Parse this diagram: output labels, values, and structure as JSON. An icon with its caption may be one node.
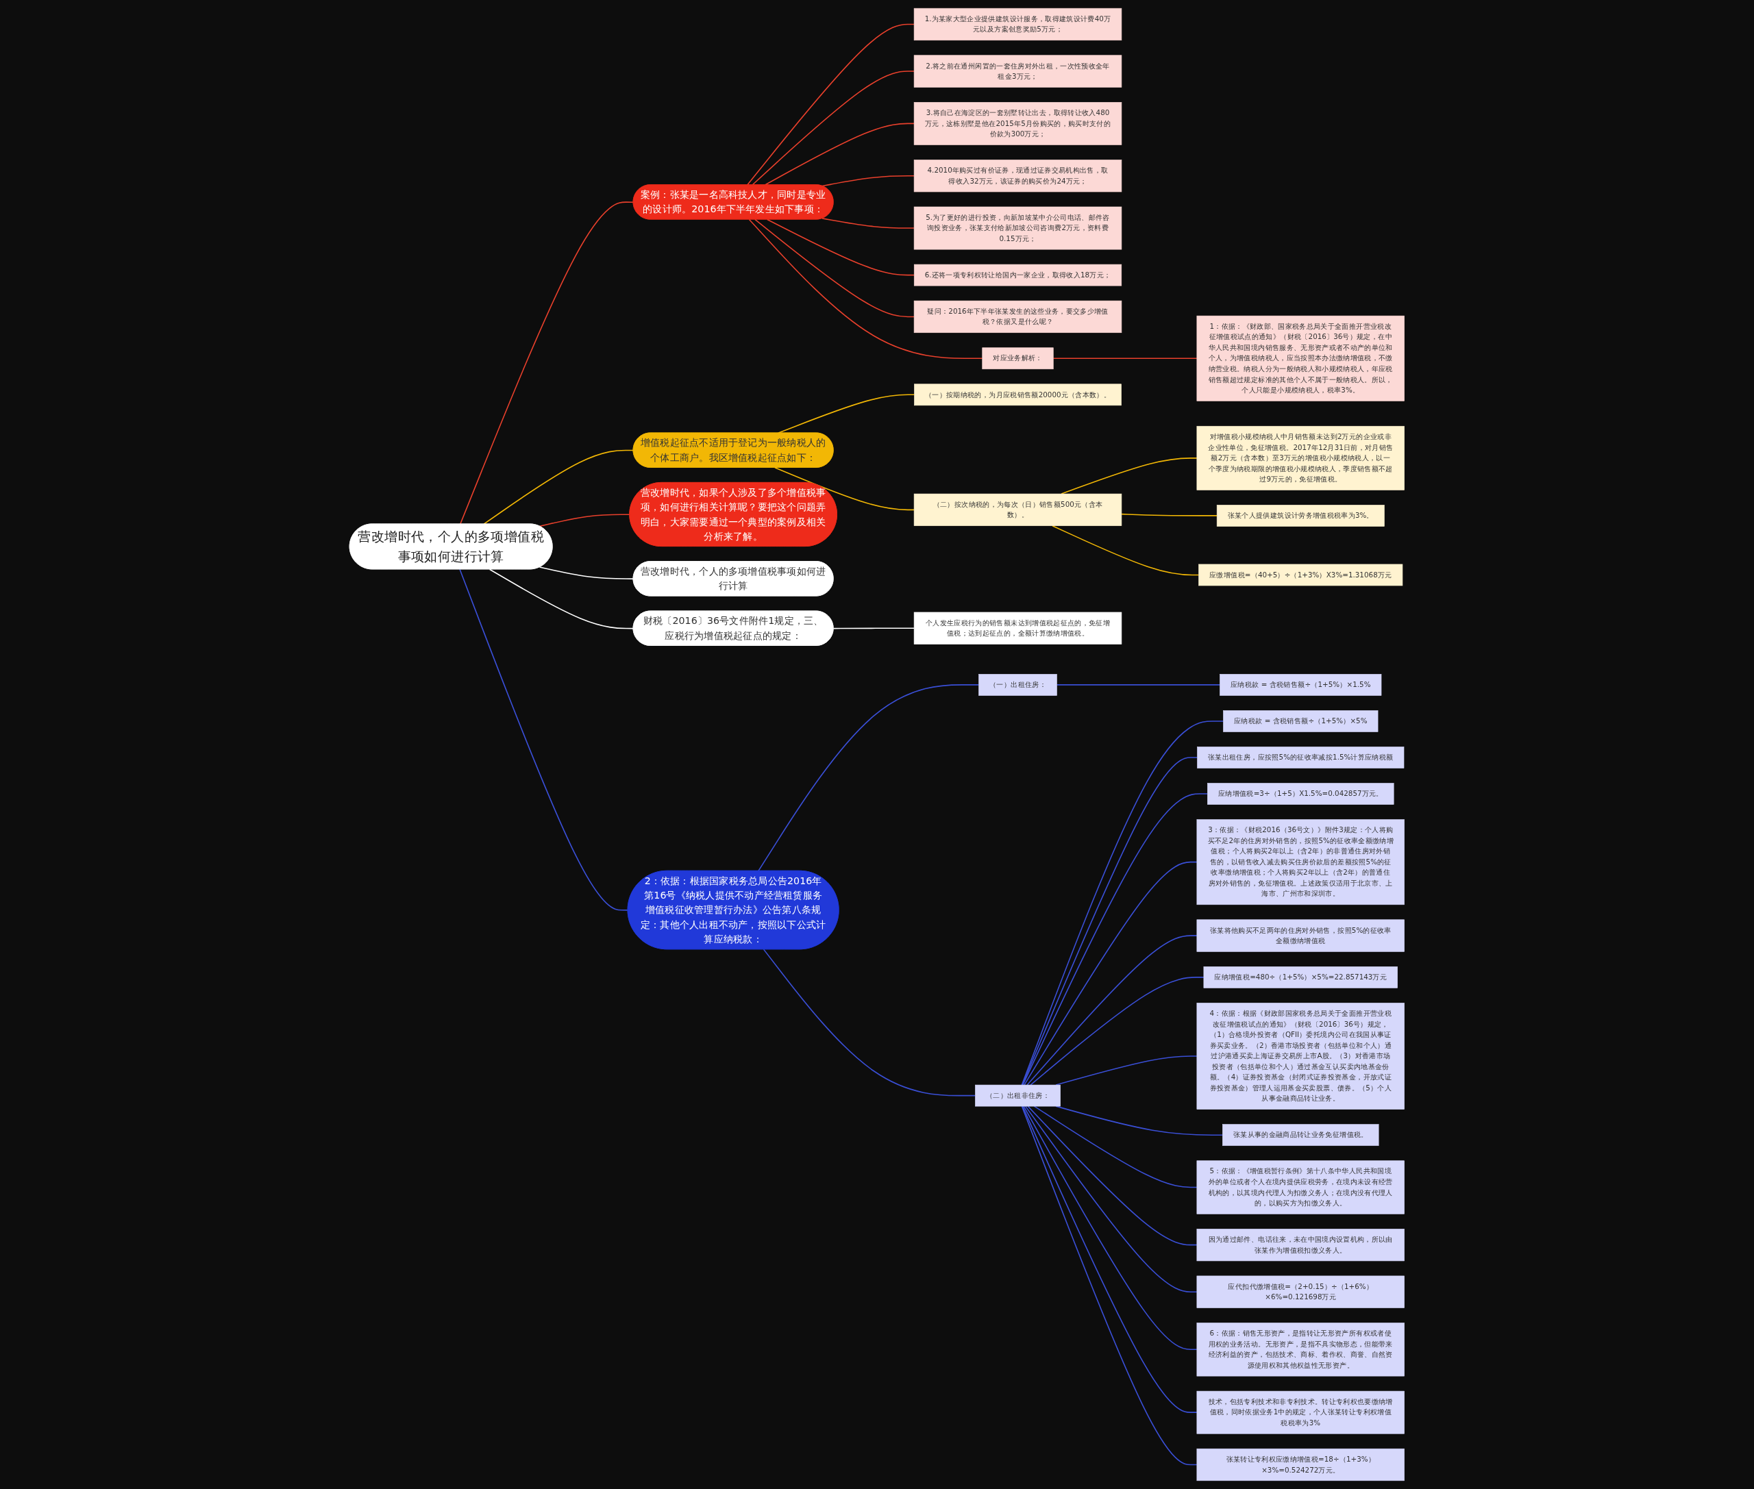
{
  "diagram": {
    "nodes": [
      {
        "text": [
          "营改增时代，个人的多项增值税事项如何进行计算"
        ]
      },
      {
        "text": [
          "营改增时代，个人的多项增值税事项如何进行计算"
        ]
      },
      {
        "text": [
          "案例：张某是一名高科技人才，同时是专业的设计师。2016年下半年发生如下事项："
        ]
      },
      {
        "text": [
          "1.为某家大型企业提供建筑设计服务，取得建筑设计费40万元以及方案创意奖励5万元；"
        ]
      },
      {
        "text": [
          "2.将之前在通州闲置的一套住房对外出租，一次性预收全年租金3万元；"
        ]
      },
      {
        "text": [
          "3.将自己在海淀区的一套别墅转让出去，取得转让收入480万元，这栋别墅是他在2015年5月份购买的，购买时支付的价款为300万元；"
        ]
      },
      {
        "text": [
          "4.2010年购买过有价证券，现通过证券交易机构出售，取得收入32万元，该证券的购买价为24万元；"
        ]
      },
      {
        "text": [
          "5.为了更好的进行投资，向新加坡某中介公司电话、邮件咨询投资业务，张某支付给新加坡公司咨询费2万元，资料费0.15万元；"
        ]
      },
      {
        "text": [
          "6.还将一项专利权转让给国内一家企业，取得收入18万元；"
        ]
      },
      {
        "text": [
          "疑问：2016年下半年张某发生的这些业务，要交多少增值税？依据又是什么呢？"
        ]
      },
      {
        "text": [
          "对应业务解析："
        ]
      },
      {
        "text": [
          "1：依据：《财政部、国家税务总局关于全面推开营业税改征增值税试点的通知》（财税〔2016〕36号）规定，在中华人民共和国境内销售服务、无形资产或者不动产的单位和个人，为增值税纳税人，应当按照本办法缴纳增值税，不缴纳营业税。纳税人分为一般纳税人和小规模纳税人，年应税销售额超过规定标准的其他个人不属于一般纳税人。所以，个人只能是小规模纳税人，税率3%。"
        ]
      },
      {
        "text": [
          "增值税起征点不适用于登记为一般纳税人的个体工商户。我区增值税起征点如下："
        ]
      },
      {
        "text": [
          "（一）按期纳税的，为月应税销售额20000元（含本数）。"
        ]
      },
      {
        "text": [
          "（二）按次纳税的，为每次（日）销售额500元（含本数）。"
        ]
      },
      {
        "text": [
          "对增值税小规模纳税人中月销售额未达到2万元的企业或非企业性单位，免征增值税。2017年12月31日前，对月销售额2万元（含本数）至3万元的增值税小规模纳税人，以一个季度为纳税期限的增值税小规模纳税人，季度销售额不超过9万元的，免征增值税。"
        ]
      },
      {
        "text": [
          "张某个人提供建筑设计劳务增值税税率为3%。"
        ]
      },
      {
        "text": [
          "应缴增值税=（40+5）÷（1+3%）X3%=1.31068万元"
        ]
      },
      {
        "text": [
          "营改增时代，如果个人涉及了多个增值税事项，如何进行相关计算呢？要把这个问题弄明白，大家需要通过一个典型的案例及相关分析来了解。"
        ]
      },
      {
        "text": [
          "财税〔2016〕36号文件附件1规定，三、应税行为增值税起征点的规定："
        ]
      },
      {
        "text": [
          "个人发生应税行为的销售额未达到增值税起征点的，免征增值税；达到起征点的，全额计算缴纳增值税。"
        ]
      },
      {
        "text": [
          "2：依据：根据国家税务总局公告2016年第16号《纳税人提供不动产经营租赁服务增值税征收管理暂行办法》公告第八条规定：其他个人出租不动产，按照以下公式计算应纳税款："
        ]
      },
      {
        "text": [
          "（一）出租住房："
        ]
      },
      {
        "text": [
          "应纳税款 = 含税销售额÷（1+5%）×1.5%"
        ]
      },
      {
        "text": [
          "（二）出租非住房："
        ]
      },
      {
        "text": [
          "应纳税款 = 含税销售额÷（1+5%）×5%"
        ]
      },
      {
        "text": [
          "张某出租住房，应按照5%的征收率减按1.5%计算应纳税额"
        ]
      },
      {
        "text": [
          "应纳增值税=3÷（1+5）X1.5%=0.042857万元。"
        ]
      },
      {
        "text": [
          "3：依据：《财税2016（36号文）》附件3规定：个人将购买不足2年的住房对外销售的，按照5%的征收率全额缴纳增值税；个人将购买2年以上（含2年）的非普通住房对外销售的，以销售收入减去购买住房价款后的差额按照5%的征收率缴纳增值税；个人将购买2年以上（含2年）的普通住房对外销售的，免征增值税。上述政策仅适用于北京市、上海市、广州市和深圳市。"
        ]
      },
      {
        "text": [
          "张某将他购买不足两年的住房对外销售，按照5%的征收率全额缴纳增值税"
        ]
      },
      {
        "text": [
          "应纳增值税=480÷（1+5%）×5%=22.857143万元"
        ]
      },
      {
        "text": [
          "4：依据：根据《财政部国家税务总局关于全面推开营业税改征增值税试点的通知》（财税〔2016〕36号）规定，（1）合格境外投资者（QFII）委托境内公司在我国从事证券买卖业务。（2）香港市场投资者（包括单位和个人）通过沪港通买卖上海证券交易所上市A股。（3）对香港市场投资者（包括单位和个人）通过基金互认买卖内地基金份额。（4）证券投资基金（封闭式证券投资基金，开放式证券投资基金）管理人运用基金买卖股票、债券。（5）个人从事金融商品转让业务。"
        ]
      },
      {
        "text": [
          "张某从事的金融商品转让业务免征增值税。"
        ]
      },
      {
        "text": [
          "5：依据：《增值税暂行条例》第十八条中华人民共和国境外的单位或者个人在境内提供应税劳务，在境内未设有经营机构的，以其境内代理人为扣缴义务人；在境内没有代理人的，以购买方为扣缴义务人。"
        ]
      },
      {
        "text": [
          "因为通过邮件、电话往来，未在中国境内设置机构，所以由张某作为增值税扣缴义务人。"
        ]
      },
      {
        "text": [
          "应代扣代缴增值税=（2+0.15）÷（1+6%）×6%=0.121698万元"
        ]
      },
      {
        "text": [
          "6：依据：销售无形资产，是指转让无形资产所有权或者使用权的业务活动。无形资产，是指不具实物形态，但能带来经济利益的资产，包括技术、商标、着作权、商誉、自然资源使用权和其他权益性无形资产。"
        ]
      },
      {
        "text": [
          "技术，包括专利技术和非专利技术。转让专利权也要缴纳增值税，同时依据业务1中的规定，个人张某转让专利权增值税税率为3%"
        ]
      },
      {
        "text": [
          "张某转让专利权应缴纳增值税=18÷（1+3%）×3%=0.524272万元。"
        ]
      }
    ],
    "edges": [
      {
        "from": 0,
        "to": 1,
        "arrow": "none",
        "color": "#ffffff"
      },
      {
        "from": 0,
        "to": 2,
        "arrow": "none",
        "color": "#e8402c"
      },
      {
        "from": 2,
        "to": 3,
        "arrow": "none",
        "color": "#e8402c"
      },
      {
        "from": 2,
        "to": 4,
        "arrow": "none",
        "color": "#e8402c"
      },
      {
        "from": 2,
        "to": 5,
        "arrow": "none",
        "color": "#e8402c"
      },
      {
        "from": 2,
        "to": 6,
        "arrow": "none",
        "color": "#e8402c"
      },
      {
        "from": 2,
        "to": 7,
        "arrow": "none",
        "color": "#e8402c"
      },
      {
        "from": 2,
        "to": 8,
        "arrow": "none",
        "color": "#e8402c"
      },
      {
        "from": 2,
        "to": 9,
        "arrow": "none",
        "color": "#e8402c"
      },
      {
        "from": 2,
        "to": 10,
        "arrow": "none",
        "color": "#e8402c"
      },
      {
        "from": 10,
        "to": 11,
        "arrow": "none",
        "color": "#e8402c"
      },
      {
        "from": 0,
        "to": 12,
        "arrow": "none",
        "color": "#f2b705"
      },
      {
        "from": 12,
        "to": 13,
        "arrow": "none",
        "color": "#f2b705"
      },
      {
        "from": 12,
        "to": 14,
        "arrow": "none",
        "color": "#f2b705"
      },
      {
        "from": 14,
        "to": 15,
        "arrow": "none",
        "color": "#f2b705"
      },
      {
        "from": 14,
        "to": 16,
        "arrow": "none",
        "color": "#f2b705"
      },
      {
        "from": 14,
        "to": 17,
        "arrow": "none",
        "color": "#f2b705"
      },
      {
        "from": 0,
        "to": 18,
        "arrow": "none",
        "color": "#e8402c"
      },
      {
        "from": 0,
        "to": 19,
        "arrow": "none",
        "color": "#ffffff"
      },
      {
        "from": 19,
        "to": 20,
        "arrow": "none",
        "color": "#ffffff"
      },
      {
        "from": 0,
        "to": 21,
        "arrow": "none"
      },
      {
        "from": 21,
        "to": 22,
        "arrow": "none"
      },
      {
        "from": 22,
        "to": 23,
        "arrow": "none"
      },
      {
        "from": 21,
        "to": 24,
        "arrow": "none"
      },
      {
        "from": 24,
        "to": 25,
        "arrow": "none"
      },
      {
        "from": 24,
        "to": 26,
        "arrow": "none"
      },
      {
        "from": 24,
        "to": 27,
        "arrow": "none"
      },
      {
        "from": 24,
        "to": 28,
        "arrow": "none"
      },
      {
        "from": 24,
        "to": 29,
        "arrow": "none"
      },
      {
        "from": 24,
        "to": 30,
        "arrow": "none"
      },
      {
        "from": 24,
        "to": 31,
        "arrow": "none"
      },
      {
        "from": 24,
        "to": 32,
        "arrow": "none"
      },
      {
        "from": 24,
        "to": 33,
        "arrow": "none"
      },
      {
        "from": 24,
        "to": 34,
        "arrow": "none"
      },
      {
        "from": 24,
        "to": 35,
        "arrow": "none"
      },
      {
        "from": 24,
        "to": 36,
        "arrow": "none"
      },
      {
        "from": 24,
        "to": 37,
        "arrow": "none"
      },
      {
        "from": 24,
        "to": 38,
        "arrow": "none"
      }
    ]
  }
}
